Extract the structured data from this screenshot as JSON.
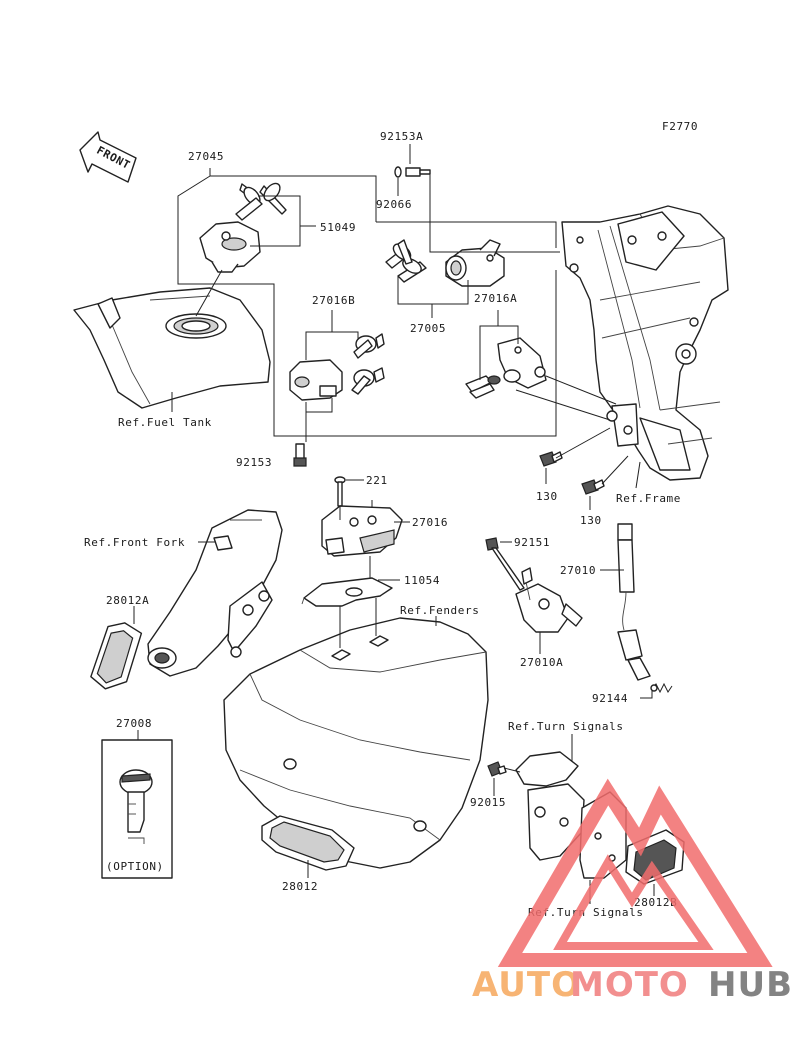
{
  "figure_code": "F2770",
  "direction_arrow": "FRONT",
  "callouts": {
    "p27045": "27045",
    "p92153A": "92153A",
    "p92066": "92066",
    "p51049": "51049",
    "p27005": "27005",
    "p27016B": "27016B",
    "p27016A": "27016A",
    "p92153": "92153",
    "p130a": "130",
    "p130b": "130",
    "p221": "221",
    "p27016": "27016",
    "p11054": "11054",
    "p92151": "92151",
    "p27010": "27010",
    "p27010A": "27010A",
    "p92144": "92144",
    "p28012A": "28012A",
    "p27008": "27008",
    "p92015": "92015",
    "p28012": "28012",
    "p28012B": "28012B",
    "option": "(OPTION)"
  },
  "references": {
    "fuel_tank": "Ref.Fuel Tank",
    "frame": "Ref.Frame",
    "front_fork": "Ref.Front Fork",
    "fenders": "Ref.Fenders",
    "turn_signals_top": "Ref.Turn Signals",
    "turn_signals_bottom": "Ref.Turn Signals"
  },
  "watermark": {
    "auto": "AUTO",
    "moto": "MOTO",
    "hub": "HUB",
    "colors": {
      "auto": "#f6a75c",
      "moto": "#f07c7c",
      "hub": "#6e6e6e",
      "triangle": "#f26d6d"
    }
  }
}
